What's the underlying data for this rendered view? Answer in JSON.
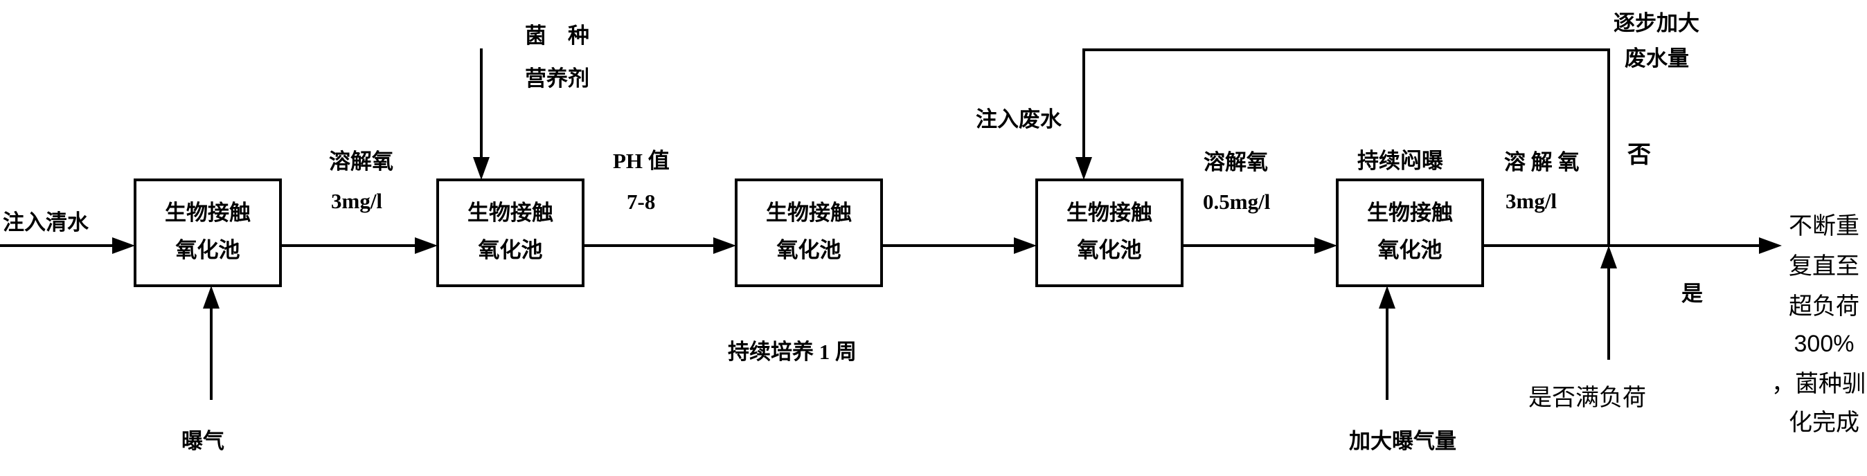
{
  "boxes": [
    {
      "line1": "生物接触",
      "line2": "氧化池"
    },
    {
      "line1": "生物接触",
      "line2": "氧化池"
    },
    {
      "line1": "生物接触",
      "line2": "氧化池"
    },
    {
      "line1": "生物接触",
      "line2": "氧化池"
    },
    {
      "line1": "生物接触",
      "line2": "氧化池"
    }
  ],
  "labels": {
    "inject_clean_water": "注入清水",
    "aeration": "曝气",
    "do_3_title": "溶解氧",
    "do_3_value": "3mg/l",
    "bacteria": "菌    种",
    "nutrient": "营养剂",
    "ph_title": "PH 值",
    "ph_value": "7-8",
    "culture_week": "持续培养 1 周",
    "inject_wastewater": "注入废水",
    "increase_wastewater_1": "逐步加大",
    "increase_wastewater_2": "废水量",
    "do_05_title": "溶解氧",
    "do_05_value": "0.5mg/l",
    "continuous_aeration": "持续闷曝",
    "do_3b_title": "溶 解 氧",
    "do_3b_value": "3mg/l",
    "no": "否",
    "yes": "是",
    "full_load": "是否满负荷",
    "increase_aeration": "加大曝气量",
    "result_1": "不断重",
    "result_2": "复直至",
    "result_3": "超负荷",
    "result_4": "300%",
    "result_5": "，菌种驯",
    "result_6": "化完成"
  }
}
